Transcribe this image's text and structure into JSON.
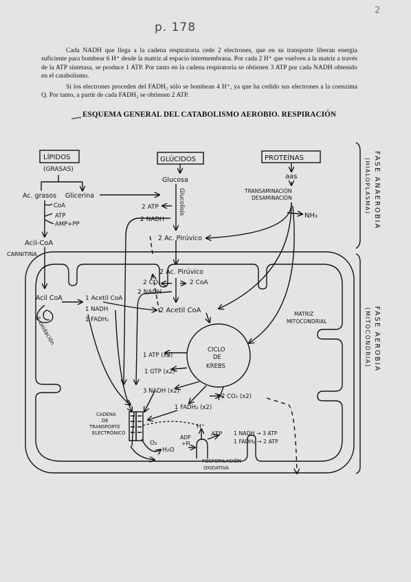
{
  "corner_mark": "2",
  "page_number": "p. 178",
  "paragraphs": [
    "Cada NADH que llega a la cadena respiratoria cede 2 electrones, que en su transporte liberan energía suficiente para bombear 6 H⁺ desde la matriz al espacio intermembrana. Por cada 2 H⁺ que vuelven a la matriz a través de la ATP sintetasa, se produce 1 ATP. Por tanto en la cadena respiratoria se obtienen 3 ATP por cada NADH obtenido en el catabolismo.",
    "Si los electrones proceden del FADH₂ sólo se bombean 4 H⁺, ya que ha cedido sus electrones a la coenzima Q. Por tanto, a partir de cada FADH₂ se obtienen 2 ATP."
  ],
  "title": "ESQUEMA GENERAL DEL CATABOLISMO AEROBIO. RESPIRACIÓN",
  "diagram": {
    "lipidos": "LÍPIDOS",
    "grasas": "(GRASAS)",
    "glucidos": "GLÚCIDOS",
    "proteinas": "PROTEÍNAS",
    "aas": "aas",
    "glucosa": "Glucosa",
    "glucolisis": "Glucolisis",
    "ac_grasos": "Ac. grasos",
    "glicerina": "Glicerina",
    "coa": "CoA",
    "atp": "ATP",
    "amp_pp": "AMP+PP",
    "acil_coa": "Acil-CoA",
    "carnitina": "CARNITINA",
    "transaminacion": "TRANSAMINACIÓN",
    "desaminacion": "DESAMINACIÓN",
    "nh3": "NH₃",
    "two_atp": "2 ATP",
    "two_nadh": "2 NADH",
    "two_pir_1": "2 Ac. Pirúvico",
    "two_pir_2": "2 Ac. Pirúvico",
    "two_co2": "2 CO₂",
    "two_coa": "2 CoA",
    "two_nadh_b": "2 NADH",
    "acil_coa_2": "Acil CoA",
    "one_acetil": "1 Acetil CoA",
    "one_nadh": "1 NADH",
    "one_fadh2": "1 FADH₂",
    "beta_ox": "β-oxidación",
    "two_acetil": "2 Acetil CoA",
    "matriz_1": "MATRIZ",
    "matriz_2": "MITOCONDRIAL",
    "krebs_1": "CICLO",
    "krebs_2": "DE",
    "krebs_3": "KREBS",
    "atp_x2": "1 ATP (x2)",
    "gtp_x2": "1 GTP (x2)",
    "nadh_x2": "3 NADH (x2)",
    "co2_x2": "2 CO₂ (x2)",
    "fadh2_x2": "1 FADH₂ (x2)",
    "cadena_1": "CADENA",
    "cadena_2": "DE",
    "cadena_3": "TRANSPORTE",
    "cadena_4": "ELECTRÓNICO",
    "o2": "O₂",
    "h2o": "H₂O",
    "adp": "ADP",
    "pi": "+Pi",
    "hplus": "H⁺",
    "atp_out": "ATP",
    "nadh_eq": "1 NADH → 3 ATP",
    "fadh_eq": "1 FADH₂ → 2 ATP",
    "fosf_1": "FOSFORILACIÓN",
    "fosf_2": "OXIDATIVA",
    "fase_anaerobia": "FASE ANAEROBIA",
    "hialoplasma": "(HIALOPLASMA)",
    "fase_aerobia": "FASE AEROBIA",
    "mitocondria": "(MITOCONDRIA)"
  }
}
